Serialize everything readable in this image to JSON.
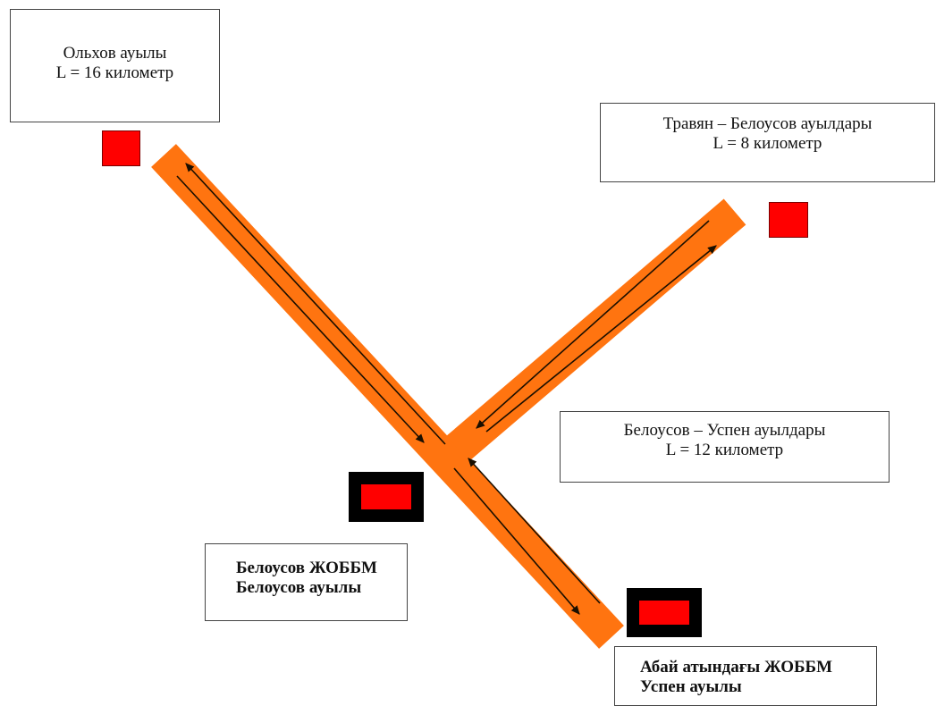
{
  "colors": {
    "road": "#ff7410",
    "arrow": "#1a0f00",
    "marker": "#ff0000",
    "school_frame": "#000000",
    "border": "#444444"
  },
  "villages": {
    "olkhov": {
      "name": "Ольхов ауылы",
      "distance": "L = 16 километр"
    },
    "travyan": {
      "name": "Травян – Белоусов ауылдары",
      "distance": "L = 8 километр"
    },
    "belousov_uspen": {
      "name": "Белоусов – Успен ауылдары",
      "distance": "L = 12 километр"
    }
  },
  "schools": {
    "belousov": {
      "name": "Белоусов ЖОББМ",
      "village": "Белоусов ауылы"
    },
    "abai": {
      "name": "Абай атындағы ЖОББМ",
      "village": "Успен ауылы"
    }
  }
}
